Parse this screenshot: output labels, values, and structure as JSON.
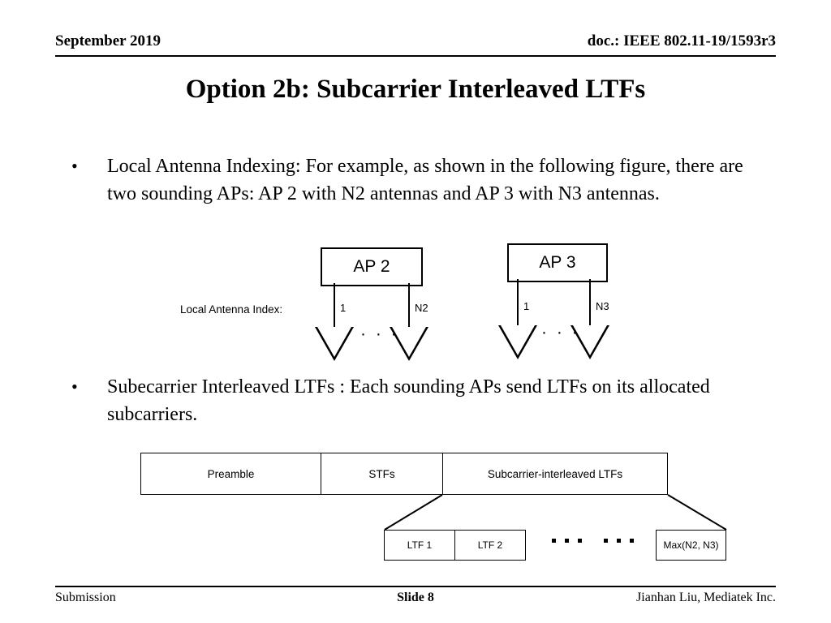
{
  "header": {
    "date": "September 2019",
    "doc": "doc.: IEEE 802.11-19/1593r3"
  },
  "title": "Option 2b: Subcarrier Interleaved LTFs",
  "bullets": [
    {
      "marker": "•",
      "text": "Local Antenna Indexing: For example, as shown in the following figure, there are two  sounding APs: AP 2 with N2 antennas and AP 3 with N3 antennas."
    },
    {
      "marker": "•",
      "text": "Subecarrier Interleaved LTFs : Each sounding APs send LTFs on its allocated subcarriers."
    }
  ],
  "ap_diagram": {
    "index_caption": "Local Antenna Index:",
    "ellipsis": "· · ·",
    "aps": [
      {
        "name": "AP 2",
        "first_index": "1",
        "last_index": "N2"
      },
      {
        "name": "AP 3",
        "first_index": "1",
        "last_index": "N3"
      }
    ]
  },
  "frame_diagram": {
    "fields": [
      {
        "label": "Preamble"
      },
      {
        "label": "STFs"
      },
      {
        "label": "Subcarrier-interleaved LTFs"
      }
    ],
    "ltf_detail": [
      {
        "label": "LTF 1"
      },
      {
        "label": "LTF 2"
      },
      {
        "label": "Max(N2, N3)"
      }
    ]
  },
  "footer": {
    "left": "Submission",
    "center": "Slide 8",
    "right": "Jianhan Liu, Mediatek Inc."
  }
}
